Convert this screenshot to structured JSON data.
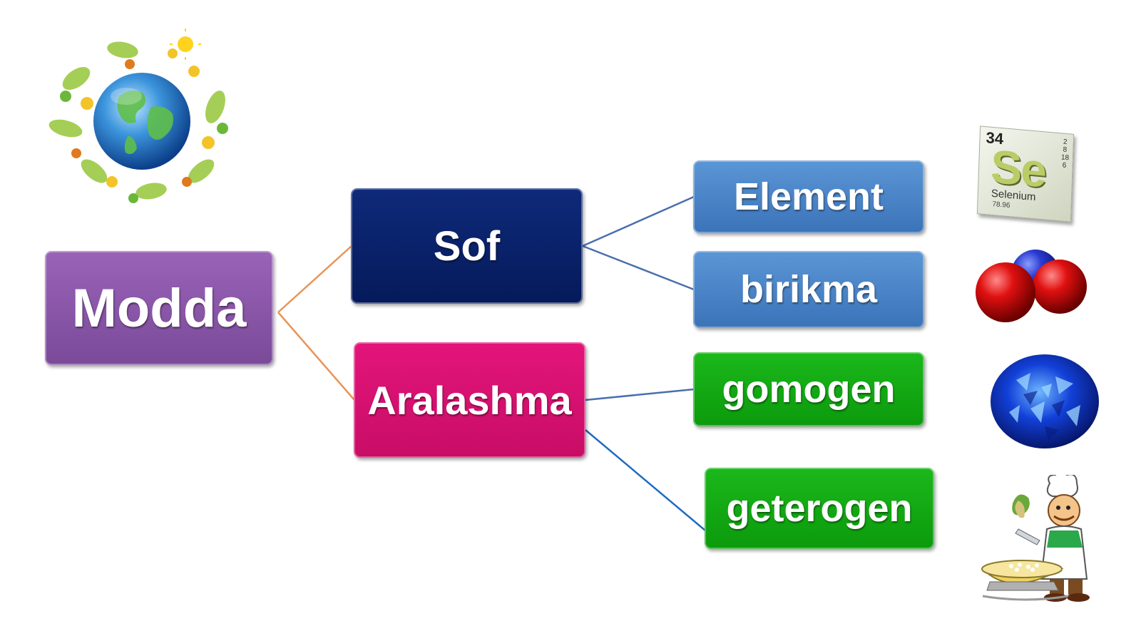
{
  "diagram": {
    "nodes": {
      "modda": "Modda",
      "sof": "Sof",
      "aralashma": "Aralashma",
      "element": "Element",
      "birikma": "birikma",
      "gomogen": "gomogen",
      "geterogen": "geterogen"
    },
    "edges": [
      {
        "from": "modda",
        "to": "sof"
      },
      {
        "from": "modda",
        "to": "aralashma"
      },
      {
        "from": "sof",
        "to": "element"
      },
      {
        "from": "sof",
        "to": "birikma"
      },
      {
        "from": "aralashma",
        "to": "gomogen"
      },
      {
        "from": "aralashma",
        "to": "geterogen"
      }
    ],
    "colors": {
      "modda": "#8a56a8",
      "sof": "#0a2268",
      "aralashma": "#d61170",
      "element": "#4a85c8",
      "birikma": "#4a85c8",
      "gomogen": "#12a912",
      "geterogen": "#12a912",
      "edge_modda": "#e8945a",
      "edge_right": "#4a6fae",
      "edge_geterogen": "#1f6cc0"
    }
  },
  "images": {
    "globe": "earth-globe-icon",
    "selenium_tile": {
      "atomic_number": "34",
      "symbol": "Se",
      "name": "Selenium",
      "mass": "78.96",
      "shells": "2 8 18 6"
    },
    "molecule": "molecule-icon",
    "gem": "sapphire-gem-icon",
    "chef": "chef-cooking-icon"
  }
}
